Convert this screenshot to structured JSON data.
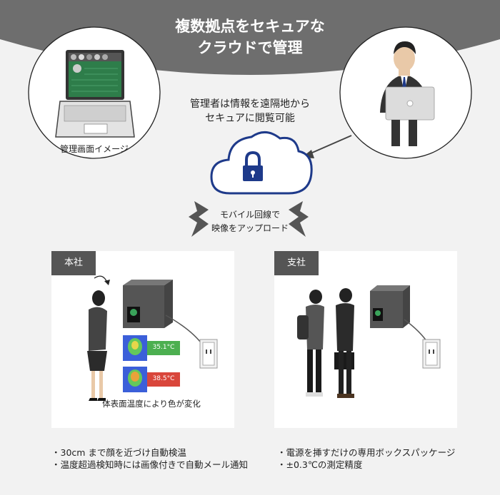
{
  "banner": {
    "line1": "複数拠点をセキュアな",
    "line2": "クラウドで管理"
  },
  "laptop_caption": "管理画面イメージ",
  "remote_access": {
    "line1": "管理者は情報を遠隔地から",
    "line2": "セキュアに閲覧可能"
  },
  "upload": {
    "line1": "モバイル回線で",
    "line2": "映像をアップロード"
  },
  "head_office": {
    "label": "本社",
    "temp_normal": "35.1°C",
    "temp_alert": "38.5°C",
    "caption": "体表面温度により色が変化",
    "bullets": [
      "・30cm まで顔を近づけ自動検温",
      "・温度超過検知時には画像付きで自動メール通知"
    ]
  },
  "branch_office": {
    "label": "支社",
    "bullets": [
      "・電源を挿すだけの専用ボックスパッケージ",
      "・±0.3℃の測定精度"
    ]
  },
  "colors": {
    "banner": "#6e6e6e",
    "cloud_outline": "#1e3a8a",
    "lock": "#1e3a8a",
    "screen": "#2e7d4a",
    "alert": "#d9463b",
    "normal": "#4caf50"
  }
}
